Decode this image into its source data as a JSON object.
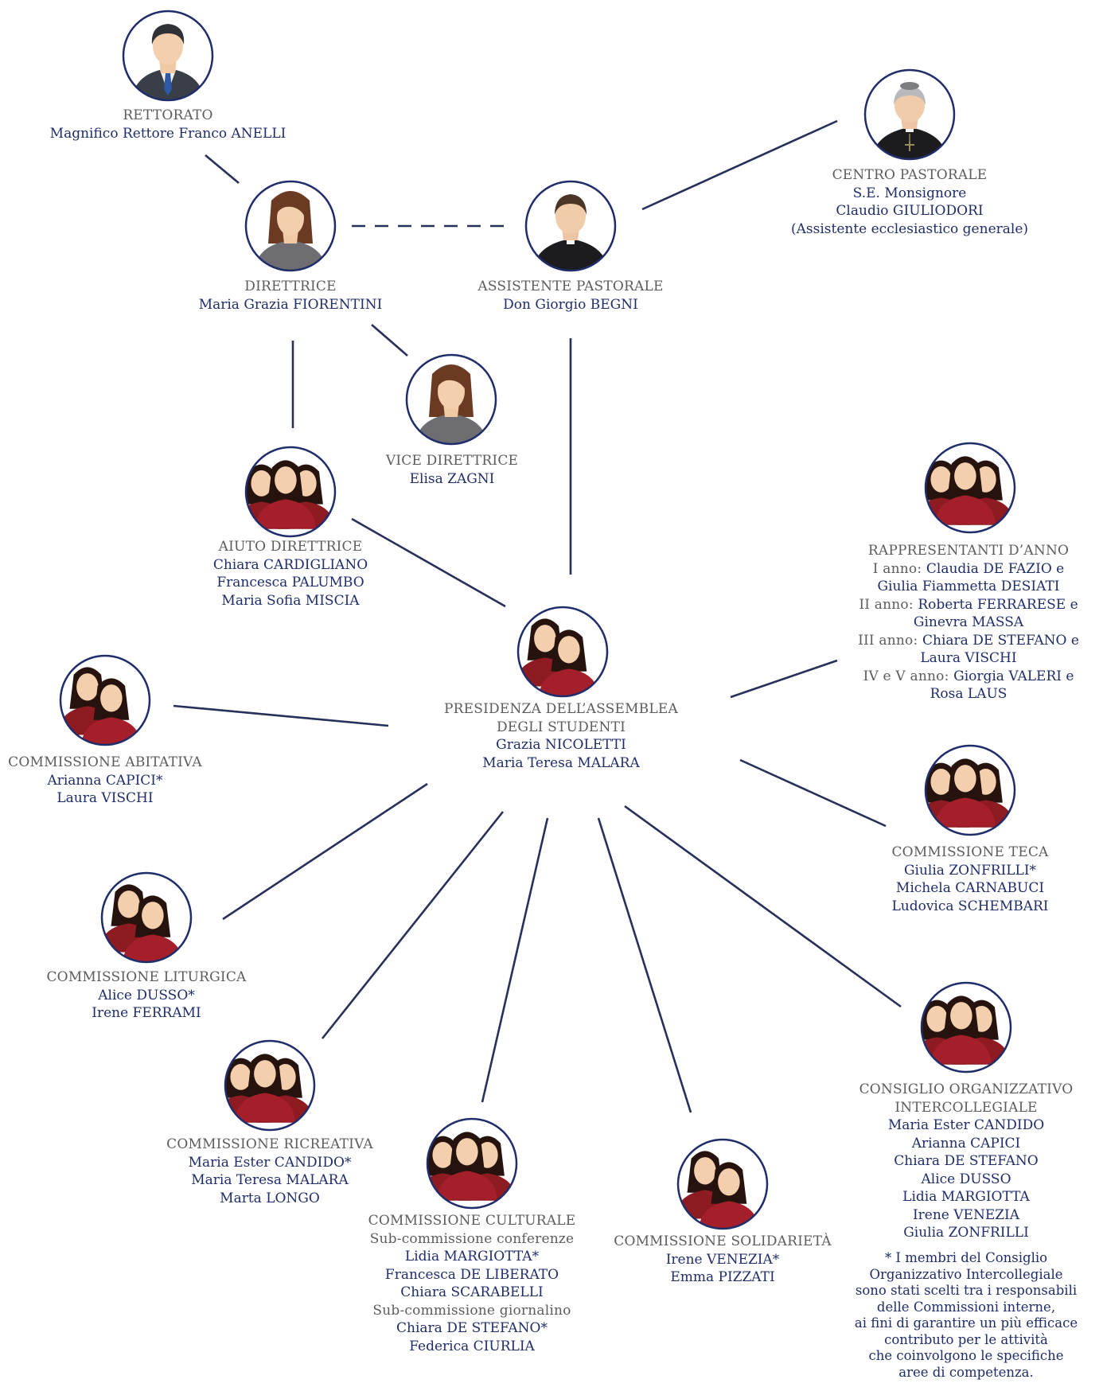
{
  "rettorato": {
    "title": "RETTORATO",
    "lines": [
      "Magnifico Rettore Franco ANELLI"
    ]
  },
  "centro_pastorale": {
    "title": "CENTRO PASTORALE",
    "lines": [
      "S.E. Monsignore",
      "Claudio GIULIODORI",
      "(Assistente ecclesiastico generale)"
    ]
  },
  "direttrice": {
    "title": "DIRETTRICE",
    "lines": [
      "Maria Grazia FIORENTINI"
    ]
  },
  "assistente": {
    "title": "ASSISTENTE PASTORALE",
    "lines": [
      "Don Giorgio BEGNI"
    ]
  },
  "vice": {
    "title": "VICE DIRETTRICE",
    "lines": [
      "Elisa ZAGNI"
    ]
  },
  "aiuto": {
    "title": "AIUTO DIRETTRICE",
    "lines": [
      "Chiara CARDIGLIANO",
      "Francesca PALUMBO",
      "Maria Sofia MISCIA"
    ]
  },
  "rappresentanti": {
    "title": "RAPPRESENTANTI D’ANNO",
    "rows": [
      {
        "prefix": "I anno: ",
        "name": "Claudia DE FAZIO e"
      },
      {
        "prefix": "",
        "name": "Giulia Fiammetta DESIATI"
      },
      {
        "prefix": "II anno: ",
        "name": "Roberta FERRARESE e"
      },
      {
        "prefix": "",
        "name": "Ginevra MASSA"
      },
      {
        "prefix": "III anno: ",
        "name": "Chiara DE STEFANO e"
      },
      {
        "prefix": "",
        "name": "Laura VISCHI"
      },
      {
        "prefix": "IV e V anno: ",
        "name": "Giorgia VALERI e"
      },
      {
        "prefix": "",
        "name": "Rosa LAUS"
      }
    ]
  },
  "presidenza": {
    "title1": "PRESIDENZA DELL’ASSEMBLEA",
    "title2": "DEGLI STUDENTI",
    "lines": [
      "Grazia NICOLETTI",
      "Maria Teresa MALARA"
    ]
  },
  "abitativa": {
    "title": "COMMISSIONE ABITATIVA",
    "lines": [
      "Arianna CAPICI*",
      "Laura VISCHI"
    ]
  },
  "teca": {
    "title": "COMMISSIONE TECA",
    "lines": [
      "Giulia ZONFRILLI*",
      "Michela CARNABUCI",
      "Ludovica SCHEMBARI"
    ]
  },
  "liturgica": {
    "title": "COMMISSIONE LITURGICA",
    "lines": [
      "Alice DUSSO*",
      "Irene FERRAMI"
    ]
  },
  "ricreativa": {
    "title": "COMMISSIONE RICREATIVA",
    "lines": [
      "Maria Ester CANDIDO*",
      "Maria Teresa MALARA",
      "Marta LONGO"
    ]
  },
  "culturale": {
    "title": "COMMISSIONE CULTURALE",
    "sub1": "Sub-commissione conferenze",
    "sub1_lines": [
      "Lidia MARGIOTTA*",
      "Francesca DE LIBERATO",
      "Chiara SCARABELLI"
    ],
    "sub2": "Sub-commissione giornalino",
    "sub2_lines": [
      "Chiara DE STEFANO*",
      "Federica CIURLIA"
    ]
  },
  "solidarieta": {
    "title": "COMMISSIONE SOLIDARIETÀ",
    "lines": [
      "Irene VENEZIA*",
      "Emma PIZZATI"
    ]
  },
  "consiglio": {
    "title1": "CONSIGLIO ORGANIZZATIVO",
    "title2": "INTERCOLLEGIALE",
    "lines": [
      "Maria Ester CANDIDO",
      "Arianna CAPICI",
      "Chiara DE STEFANO",
      "Alice DUSSO",
      "Lidia MARGIOTTA",
      "Irene VENEZIA",
      "Giulia ZONFRILLI"
    ]
  },
  "footnote": [
    "* I membri del Consiglio",
    "Organizzativo Intercollegiale",
    "sono stati scelti tra i responsabili",
    "delle Commissioni interne,",
    "ai fini di garantire un più efficace",
    "contributo per le attività",
    "che coinvolgono le specifiche",
    "aree di competenza."
  ],
  "colors": {
    "line": "#26305a",
    "names": "#1f2d6b",
    "titles": "#5c5c5c",
    "circle": "#1f2d6b"
  }
}
